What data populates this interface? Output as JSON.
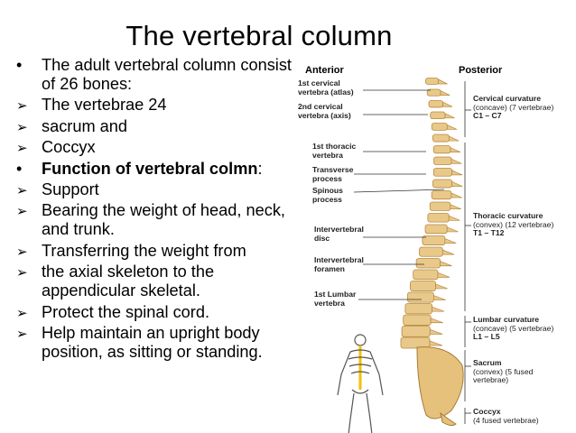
{
  "title": "The vertebral column",
  "bullets": [
    {
      "marker": "•",
      "text": "The adult vertebral column consist of 26 bones:"
    },
    {
      "marker": "➢",
      "text": "The vertebrae 24"
    },
    {
      "marker": "➢",
      "text": "sacrum  and"
    },
    {
      "marker": "➢",
      "text": "Coccyx"
    },
    {
      "marker": "•",
      "bold": "Function of vertebral colmn",
      "suffix": ":"
    },
    {
      "marker": "➢",
      "text": "Support"
    },
    {
      "marker": "➢",
      "text": "Bearing the weight of head, neck, and trunk."
    },
    {
      "marker": "➢",
      "text": "Transferring the weight from"
    },
    {
      "marker": "➢",
      "text": " the axial skeleton  to the appendicular skeletal."
    },
    {
      "marker": "➢",
      "text": "Protect the spinal cord."
    },
    {
      "marker": "➢",
      "text": "Help maintain an upright body position, as sitting or standing."
    }
  ],
  "figure": {
    "anterior": "Anterior",
    "posterior": "Posterior",
    "left_labels": {
      "c1": "1st cervical vertebra (atlas)",
      "c2": "2nd cervical vertebra (axis)",
      "t1": "1st thoracic vertebra",
      "tp": "Transverse process",
      "sp": "Spinous process",
      "disc": "Intervertebral disc",
      "foramen": "Intervertebral foramen",
      "l1": "1st Lumbar vertebra"
    },
    "right_labels": {
      "cervical": {
        "head": "Cervical curvature",
        "sub": "(concave) (7 vertebrae)",
        "range": "C1 – C7"
      },
      "thoracic": {
        "head": "Thoracic curvature",
        "sub": "(convex) (12 vertebrae)",
        "range": "T1 – T12"
      },
      "lumbar": {
        "head": "Lumbar curvature",
        "sub": "(concave) (5 vertebrae)",
        "range": "L1 – L5"
      },
      "sacrum": {
        "head": "Sacrum",
        "sub": "(convex) (5 fused vertebrae)"
      },
      "coccyx": {
        "head": "Coccyx",
        "sub": "(4 fused vertebrae)"
      }
    },
    "colors": {
      "bone": "#e9c98a",
      "bone_dark": "#b8893e",
      "disc": "#f4e2b8",
      "highlight": "#f2c200"
    }
  }
}
